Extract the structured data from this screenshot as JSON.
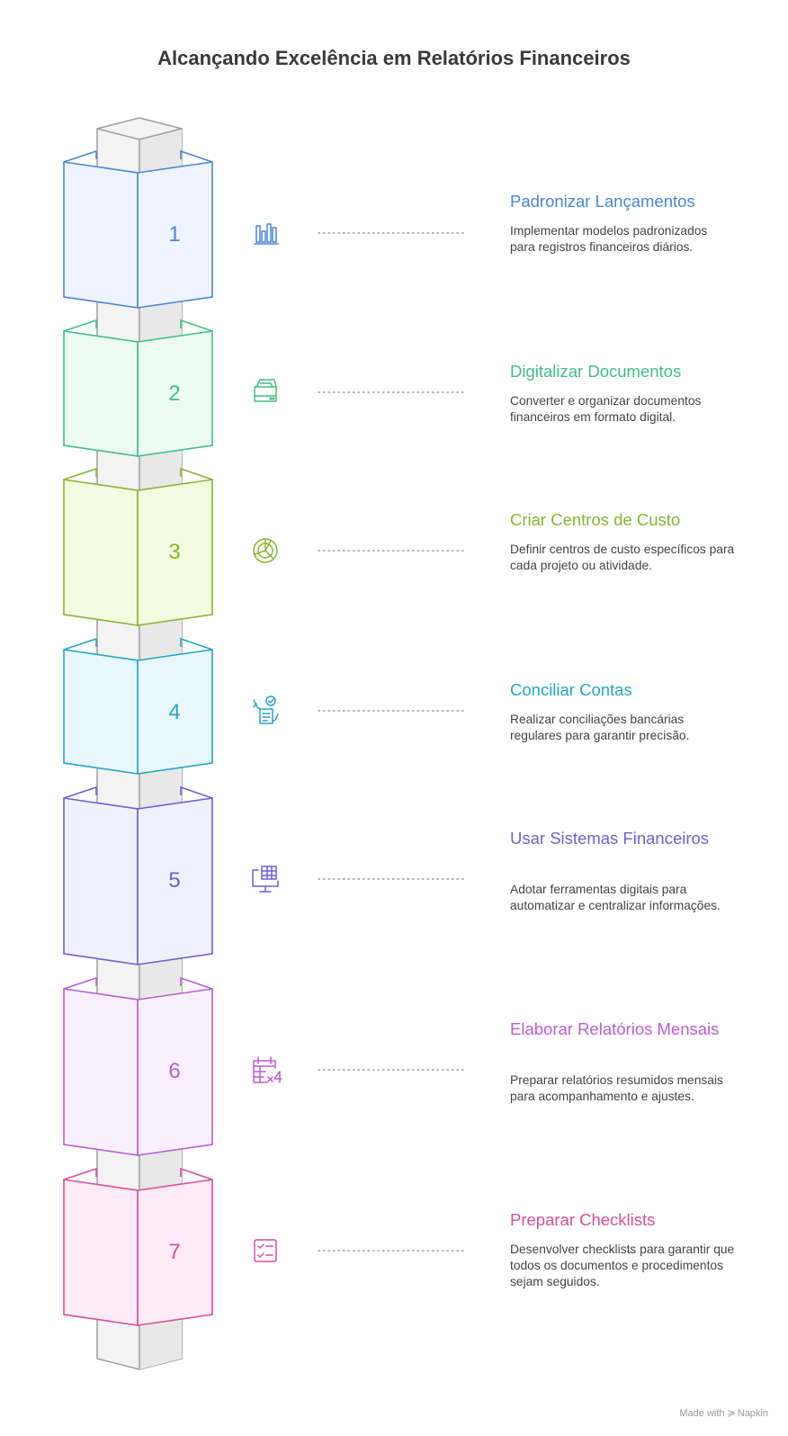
{
  "title": "Alcançando Excelência em Relatórios Financeiros",
  "footer": {
    "made_with": "Made with",
    "brand": "Napkin"
  },
  "colors": {
    "shaft_fill": "#f3f3f3",
    "shaft_side": "#e8e8e8",
    "shaft_stroke": "#9e9e9e",
    "dots": "#8a8a8a"
  },
  "steps": [
    {
      "number": "1",
      "title": "Padronizar Lançamentos",
      "description": "Implementar modelos padronizados para registros financeiros diários.",
      "icon": "ledger-columns-icon",
      "color": "#4a86d9",
      "fill": "#eef4fd"
    },
    {
      "number": "2",
      "title": "Digitalizar Documentos",
      "description": "Converter e organizar documentos financeiros em formato digital.",
      "icon": "scanner-icon",
      "color": "#3fbf86",
      "fill": "#ecfbf4"
    },
    {
      "number": "3",
      "title": "Criar Centros de Custo",
      "description": "Definir centros de custo específicos para cada projeto ou atividade.",
      "icon": "pie-chart-icon",
      "color": "#8db332",
      "fill": "#f3fce0"
    },
    {
      "number": "4",
      "title": "Conciliar Contas",
      "description": "Realizar conciliações bancárias regulares para garantir precisão.",
      "icon": "checklist-hands-icon",
      "color": "#22a6c8",
      "fill": "#e7f7fc"
    },
    {
      "number": "5",
      "title": "Usar Sistemas Financeiros",
      "description": "Adotar ferramentas digitais para automatizar e centralizar informações.",
      "icon": "spreadsheet-monitor-icon",
      "color": "#6f5fd6",
      "fill": "#f1f0fd"
    },
    {
      "number": "6",
      "title": "Elaborar Relatórios Mensais",
      "description": "Preparar relatórios resumidos mensais para acompanhamento e ajustes.",
      "icon": "calendar-times-four-icon",
      "color": "#bd5cd6",
      "fill": "#faf0fd"
    },
    {
      "number": "7",
      "title": "Preparar Checklists",
      "description": "Desenvolver checklists para garantir que todos os documentos e procedimentos sejam seguidos.",
      "icon": "checklist-icon",
      "color": "#d94f9b",
      "fill": "#fdebf5"
    }
  ]
}
